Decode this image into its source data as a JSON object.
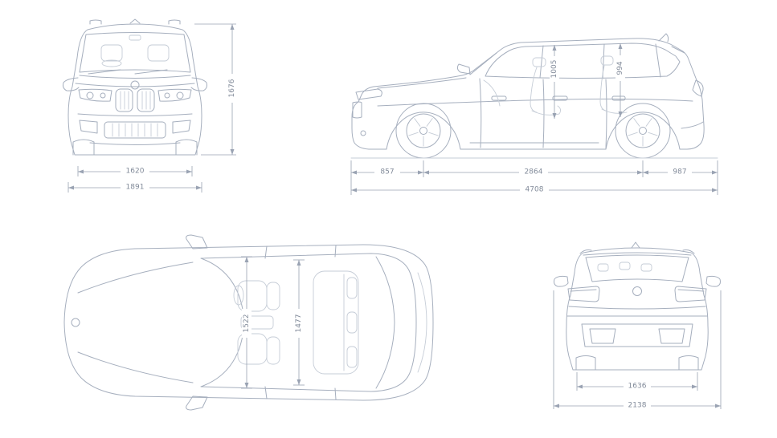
{
  "colors": {
    "background": "#ffffff",
    "body_line": "#a6afbe",
    "detail_line": "#c6cdd7",
    "dimension_line": "#9aa3b3",
    "dimension_text": "#828b9a"
  },
  "views": {
    "front": {
      "dims": {
        "track_width": "1620",
        "overall_width": "1891",
        "overall_height": "1676"
      }
    },
    "side": {
      "dims": {
        "front_overhang": "857",
        "wheelbase": "2864",
        "rear_overhang": "987",
        "overall_length": "4708",
        "front_headroom": "1005",
        "rear_headroom": "994"
      }
    },
    "top": {
      "dims": {
        "front_interior_width": "1522",
        "rear_interior_width": "1477"
      }
    },
    "rear": {
      "dims": {
        "rear_track_width": "1636",
        "width_incl_mirrors": "2138"
      }
    }
  }
}
